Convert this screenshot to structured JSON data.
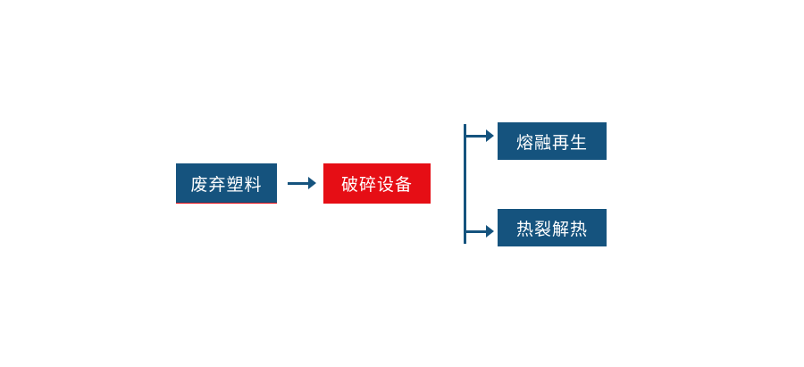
{
  "diagram": {
    "title": "",
    "nodes": [
      {
        "id": "waste-plastic",
        "label": "废弃塑料",
        "shape": "rect",
        "role": "start"
      },
      {
        "id": "crushing-equipment",
        "label": "破碎设备",
        "shape": "rect",
        "role": "process-highlight"
      },
      {
        "id": "melt-regeneration",
        "label": "熔融再生",
        "shape": "rect",
        "role": "output"
      },
      {
        "id": "pyrolysis-heat",
        "label": "热裂解热",
        "shape": "rect",
        "role": "output"
      }
    ],
    "edges": [
      {
        "from": "废弃塑料",
        "to": "破碎设备"
      },
      {
        "from": "破碎设备",
        "to": "熔融再生"
      },
      {
        "from": "破碎设备",
        "to": "热裂解热"
      }
    ],
    "colors": {
      "node_blue": "#15537e",
      "node_red": "#e60e15",
      "connector": "#15537e",
      "text": "#ffffff",
      "background": "#ffffff"
    }
  }
}
